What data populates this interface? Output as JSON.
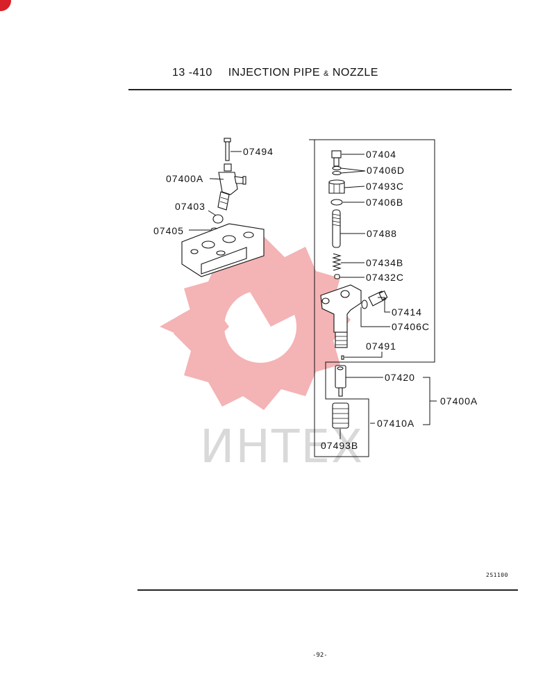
{
  "header": {
    "section_number": "13 -410",
    "title_left": "INJECTION PIPE",
    "title_amp": "&",
    "title_right": "NOZZLE"
  },
  "watermark": {
    "text": "ИНТЕХ",
    "color": "#e8585d"
  },
  "parts": {
    "p07494": "07494",
    "p07400A_left": "07400A",
    "p07403": "07403",
    "p07405": "07405",
    "p07404": "07404",
    "p07406D": "07406D",
    "p07493C": "07493C",
    "p07406B": "07406B",
    "p07488": "07488",
    "p07434B": "07434B",
    "p07432C": "07432C",
    "p07414": "07414",
    "p07406C": "07406C",
    "p07491": "07491",
    "p07420": "07420",
    "p07400A_right": "07400A",
    "p07410A": "07410A",
    "p07493B": "07493B"
  },
  "footer": {
    "drawing_code": "2S1100",
    "page_number": "-92-"
  }
}
